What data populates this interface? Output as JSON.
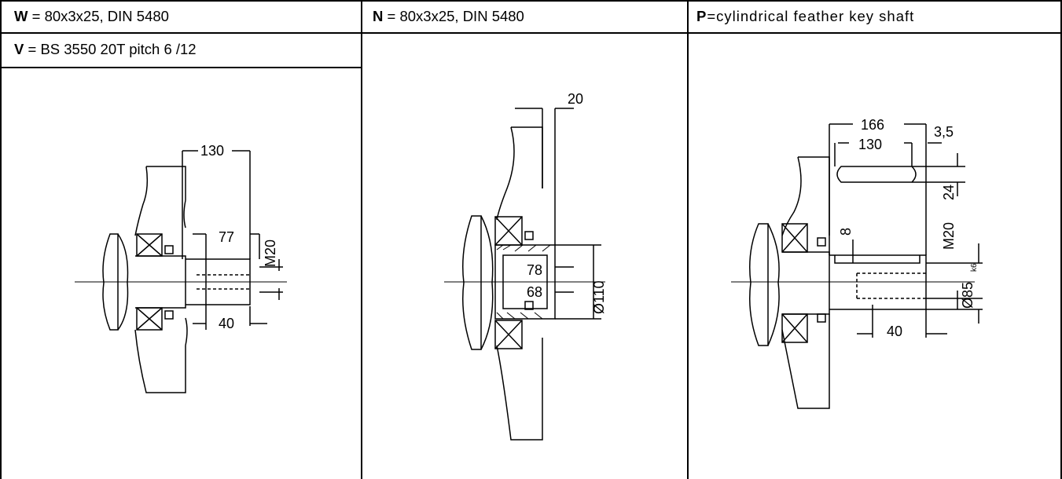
{
  "header": {
    "w": {
      "letter": "W",
      "eq": " = ",
      "spec": "80x3x25, DIN 5480"
    },
    "n": {
      "letter": "N",
      "eq": " = ",
      "spec": "80x3x25, DIN 5480"
    },
    "p": {
      "letter": "P",
      "eq": "=",
      "spec": "cylindrical feather key shaft"
    },
    "v": {
      "letter": "V",
      "eq": " = ",
      "spec": "BS 3550 20T pitch 6 /12"
    }
  },
  "dims": {
    "left": {
      "len": "130",
      "d1": "77",
      "thread": "M20",
      "d2": "40"
    },
    "middle": {
      "top": "20",
      "d1": "78",
      "d2": "68",
      "dia": "Ø110"
    },
    "right": {
      "len1": "166",
      "len2": "130",
      "off": "3,5",
      "key": "24",
      "n8": "8",
      "thread": "M20",
      "dia": "Ø85",
      "tol": "k6",
      "d2": "40"
    }
  }
}
